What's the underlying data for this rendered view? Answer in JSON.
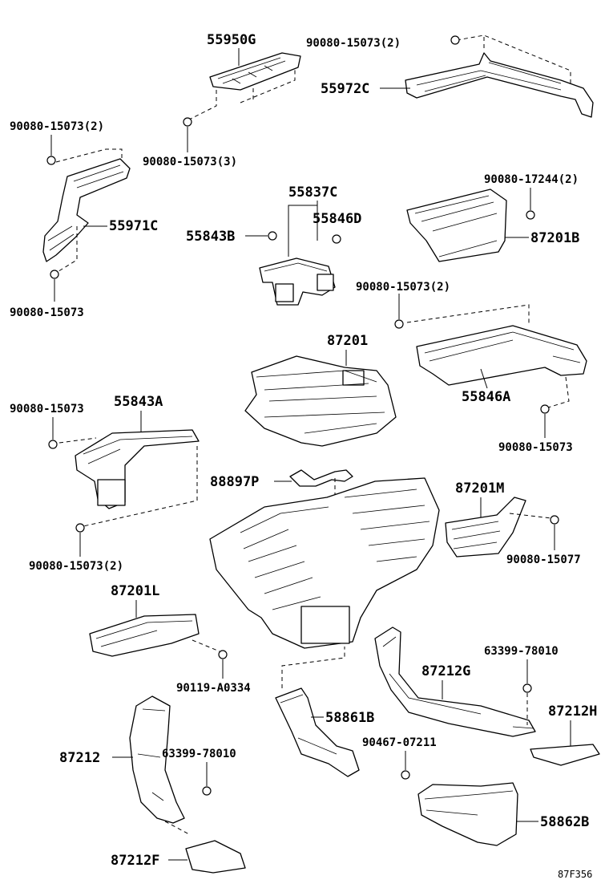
{
  "figure_code": "87F356",
  "labels": {
    "p55950G": "55950G",
    "p55972C": "55972C",
    "b_tr1": "90080-15073(2)",
    "b_l1": "90080-15073(2)",
    "b_l2": "90080-15073(3)",
    "p55971C": "55971C",
    "b_l3": "90080-15073",
    "p55837C": "55837C",
    "p55846D": "55846D",
    "p55843B": "55843B",
    "b_r2": "90080-17244(2)",
    "p87201B": "87201B",
    "b_r3": "90080-15073(2)",
    "p87201": "87201",
    "p55846A": "55846A",
    "b_r4": "90080-15073",
    "b_l4": "90080-15073",
    "p55843A": "55843A",
    "p88897P": "88897P",
    "p87201M": "87201M",
    "b_r5": "90080-15077",
    "b_l5": "90080-15073(2)",
    "p87201L": "87201L",
    "b_m1": "90119-A0334",
    "b_r6": "63399-78010",
    "p87212G": "87212G",
    "p87212H": "87212H",
    "p58861B": "58861B",
    "b_m2": "90467-07211",
    "p87212": "87212",
    "b_l6": "63399-78010",
    "p58862B": "58862B",
    "p87212F": "87212F"
  }
}
